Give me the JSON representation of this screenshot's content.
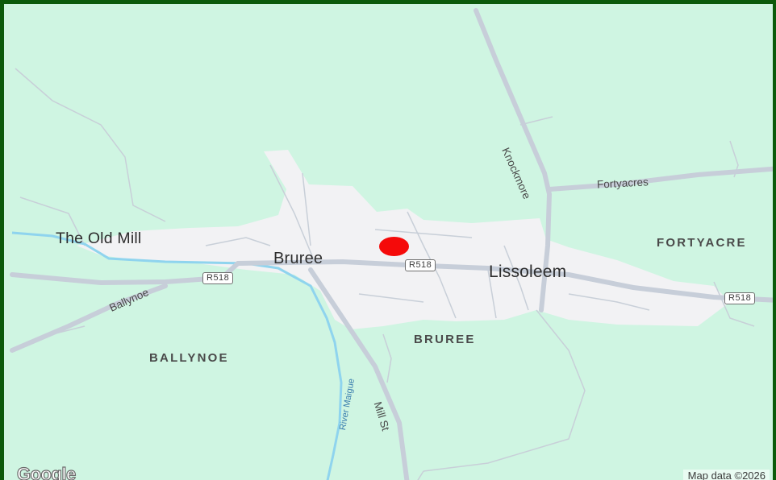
{
  "map": {
    "places": {
      "bruree": "Bruree",
      "lissoleem": "Lissoleem",
      "the_old_mill": "The Old Mill"
    },
    "areas": {
      "bruree": "BRUREE",
      "ballynoe": "BALLYNOE",
      "fortyacres": "FORTYACRE"
    },
    "roads": {
      "knockmore": "Knockmore",
      "fortyacres": "Fortyacres",
      "ballynoe": "Ballynoe",
      "mill_st": "Mill St"
    },
    "route_shields": [
      "R518",
      "R518",
      "R518"
    ],
    "river": "River Maigue",
    "marker_color": "#f50a0a"
  },
  "footer": {
    "logo": "Google",
    "attribution": "Map data ©2026"
  },
  "colors": {
    "land": "#cff5e2",
    "urban": "#f2f2f4",
    "road": "#c9d0da",
    "water": "#8fd4ee",
    "frame": "#0b5a0b"
  }
}
